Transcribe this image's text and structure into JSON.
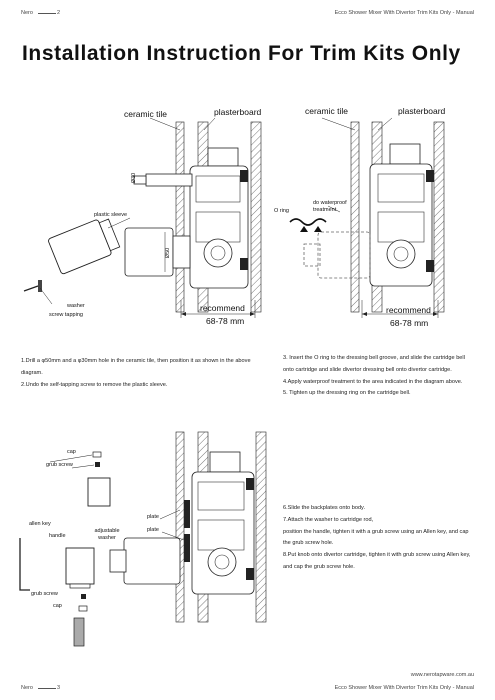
{
  "header": {
    "brand": "Nero",
    "page_number": "2",
    "doc_title": "Ecco Shower Mixer With Divertor Trim Kits Only - Manual"
  },
  "title": "Installation Instruction For Trim Kits Only",
  "diagram1": {
    "ceramic_tile": "ceramic tile",
    "plasterboard": "plasterboard",
    "plastic_sleeve": "plastic sleeve",
    "washer": "washer",
    "screw_tapping": "screw tapping",
    "dim_50": "Ø50",
    "dim_30": "Ø30",
    "recommend": "recommend",
    "range": "68-78 mm"
  },
  "diagram2": {
    "ceramic_tile": "ceramic tile",
    "plasterboard": "plasterboard",
    "o_ring": "O ring",
    "waterproof": "do waterproof treatment",
    "recommend": "recommend",
    "range": "68-78 mm"
  },
  "steps_left": [
    "1.Drill a φ50mm and a φ30mm hole in the ceramic tile, then position it as shown in the above diagram.",
    "2.Undo the self-tapping screw to remove the plastic sleeve."
  ],
  "steps_right": [
    "3.  Insert the O ring to the dressing bell groove, and slide the cartridge bell onto cartridge and slide divertor dressing bell onto divertor cartridge.",
    "4.Apply waterproof treatment to the area indicated in the diagram above.",
    "5.  Tighten up the dressing ring on the cartridge bell."
  ],
  "diagram3": {
    "cap": "cap",
    "grub_screw": "grub screw",
    "allen_key": "allen key",
    "handle": "handle",
    "adjustable_washer": "adjustable washer",
    "grub_screw2": "grub screw",
    "cap2": "cap",
    "plate1": "plate",
    "plate2": "plate"
  },
  "steps_bottom": [
    "6.Slide the backplates onto body.",
    "7.Attach the washer to cartridge rod,",
    "position the handle, tighten it with a grub screw using an Allen key, and cap the grub screw hole.",
    "8.Put knob onto divertor cartridge, tighten it with grub screw using Allen key, and cap the grub screw hole."
  ],
  "footer": {
    "url": "www.nerotapware.com.au",
    "brand": "Nero",
    "page_number": "3",
    "doc_title": "Ecco Shower Mixer With Divertor Trim Kits Only - Manual"
  }
}
